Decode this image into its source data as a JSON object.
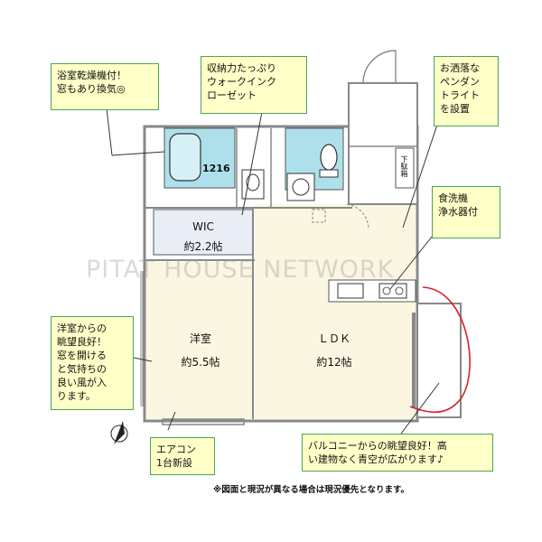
{
  "colors": {
    "note_bg": "#ffffc8",
    "note_border": "#4aa55a",
    "floor": "#fbf6e2",
    "bath": "#aee0ec",
    "wall": "#888888",
    "red_mark": "#d8202a"
  },
  "notes": {
    "bathroom": "浴室乾燥機付！\n窓もあり換気◎",
    "wic": "収納力たっぷり\nウォークインク\nローゼット",
    "pendant": "お洒落な\nペンダン\nトライト\nを設置",
    "dishwasher": "食洗機\n浄水器付",
    "western_room": "洋室からの\n眺望良好！\n窓を開ける\nと気持ちの\n良い風が入\nります。",
    "aircon": "エアコン\n1台新設",
    "balcony": "バルコニーからの眺望良好！高\nい建物なく青空が広がります♪"
  },
  "rooms": {
    "bath_unit": "1216",
    "wic_name": "WIC",
    "wic_size": "約2.2帖",
    "western_name": "洋室",
    "western_size": "約5.5帖",
    "ldk_name": "ＬＤＫ",
    "ldk_size": "約12帖",
    "shoe_box": "下駄箱"
  },
  "watermark": "PITAT HOUSE NETWORK",
  "disclaimer": "※図面と現況が異なる場合は現況優先となります。",
  "icons": [
    "north-arrow-icon",
    "bathtub-icon",
    "toilet-icon",
    "sink-icon",
    "stove-icon",
    "washing-machine-icon"
  ]
}
